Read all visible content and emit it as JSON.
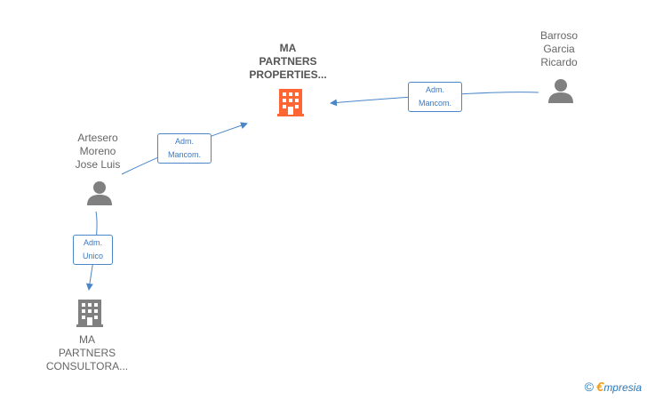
{
  "nodes": {
    "ma_partners_properties": {
      "name_lines": [
        "MA",
        "PARTNERS",
        "PROPERTIES..."
      ],
      "color": "#ff6633"
    },
    "barroso": {
      "name_lines": [
        "Barroso",
        "Garcia",
        "Ricardo"
      ]
    },
    "artesero": {
      "name_lines": [
        "Artesero",
        "Moreno",
        "Jose Luis"
      ]
    },
    "ma_partners_consultora": {
      "name_lines": [
        "MA",
        "PARTNERS",
        "CONSULTORA..."
      ],
      "color": "#808080"
    }
  },
  "edges": {
    "barroso_to_properties": {
      "label_lines": [
        "Adm.",
        "Mancom."
      ]
    },
    "artesero_to_properties": {
      "label_lines": [
        "Adm.",
        "Mancom."
      ]
    },
    "artesero_to_consultora": {
      "label_lines": [
        "Adm.",
        "Unico"
      ]
    }
  },
  "colors": {
    "edge": "#4a86c8",
    "person_icon": "#808080"
  },
  "footer": {
    "copyright_symbol": "©",
    "brand_initial": "€",
    "brand_rest": "mpresia"
  }
}
